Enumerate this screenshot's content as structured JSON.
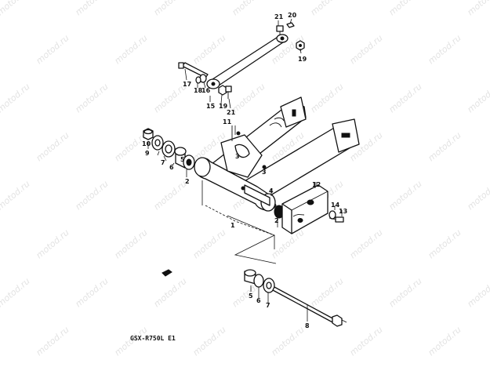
{
  "watermark": "motod.ru",
  "caption": "GSX-R750L E1",
  "callouts": [
    "1",
    "2",
    "3",
    "4",
    "5",
    "6",
    "7",
    "8",
    "9",
    "10",
    "11",
    "12",
    "13",
    "14",
    "15",
    "16",
    "17",
    "18",
    "19",
    "20",
    "21"
  ]
}
